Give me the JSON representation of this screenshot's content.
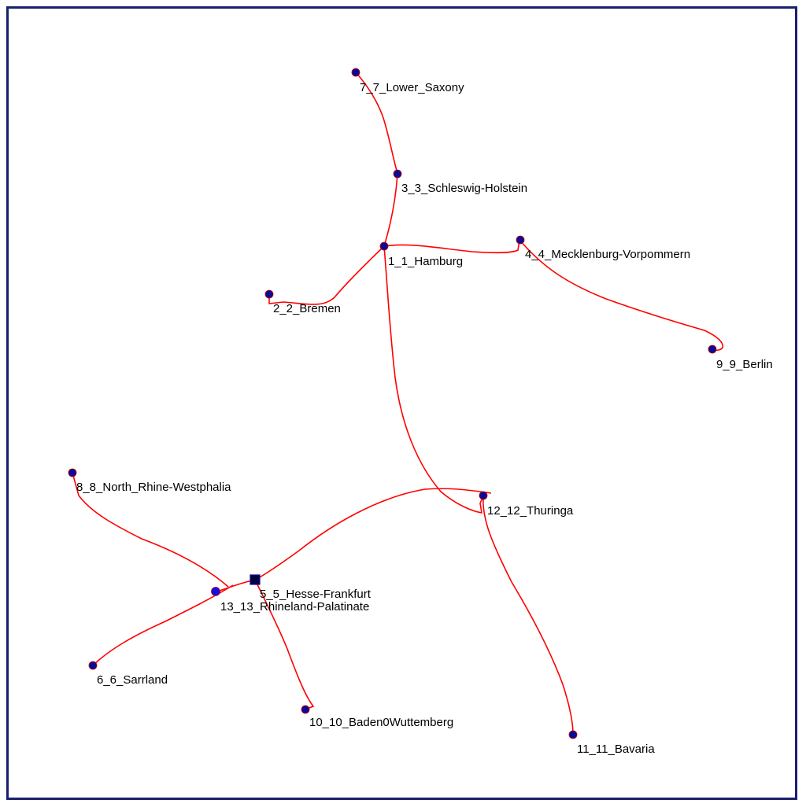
{
  "graph": {
    "nodes": [
      {
        "id": "n1",
        "label": "1_1_Hamburg"
      },
      {
        "id": "n2",
        "label": "2_2_Bremen"
      },
      {
        "id": "n3",
        "label": "3_3_Schleswig-Holstein"
      },
      {
        "id": "n4",
        "label": "4_4_Mecklenburg-Vorpommern"
      },
      {
        "id": "n5",
        "label": "5_5_Hesse-Frankfurt"
      },
      {
        "id": "n6",
        "label": "6_6_Sarrland"
      },
      {
        "id": "n7",
        "label": "7_7_Lower_Saxony"
      },
      {
        "id": "n8",
        "label": "8_8_North_Rhine-Westphalia"
      },
      {
        "id": "n9",
        "label": "9_9_Berlin"
      },
      {
        "id": "n10",
        "label": "10_10_Baden0Wuttemberg"
      },
      {
        "id": "n11",
        "label": "11_11_Bavaria"
      },
      {
        "id": "n12",
        "label": "12_12_Thuringa"
      },
      {
        "id": "n13",
        "label": "13_13_Rhineland-Palatinate"
      }
    ],
    "edges": [
      {
        "from": "n7",
        "to": "n3"
      },
      {
        "from": "n3",
        "to": "n1"
      },
      {
        "from": "n1",
        "to": "n2"
      },
      {
        "from": "n1",
        "to": "n4"
      },
      {
        "from": "n4",
        "to": "n9"
      },
      {
        "from": "n1",
        "to": "n12"
      },
      {
        "from": "n12",
        "to": "n11"
      },
      {
        "from": "n12",
        "to": "n5"
      },
      {
        "from": "n5",
        "to": "n10"
      },
      {
        "from": "n5",
        "to": "n13"
      },
      {
        "from": "n13",
        "to": "n8"
      },
      {
        "from": "n13",
        "to": "n6"
      }
    ],
    "colors": {
      "edge": "#ff0000",
      "node": "#0a0a96",
      "frame": "#1a1f6e"
    }
  }
}
